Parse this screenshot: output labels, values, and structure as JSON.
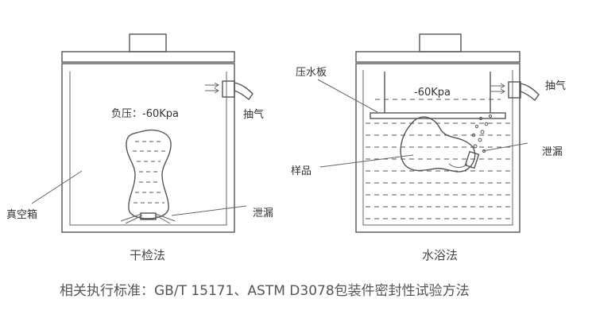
{
  "left": {
    "pressure": "负压：-60Kpa",
    "exhaust": "抽气",
    "chamber": "真空箱",
    "leak": "泄漏",
    "caption": "干检法"
  },
  "right": {
    "plate": "压水板",
    "pressure": "-60Kpa",
    "exhaust": "抽气",
    "sample": "样品",
    "leak": "泄漏",
    "caption": "水浴法"
  },
  "standard": "相关执行标准：GB/T 15171、ASTM D3078包装件密封性试验方法"
}
